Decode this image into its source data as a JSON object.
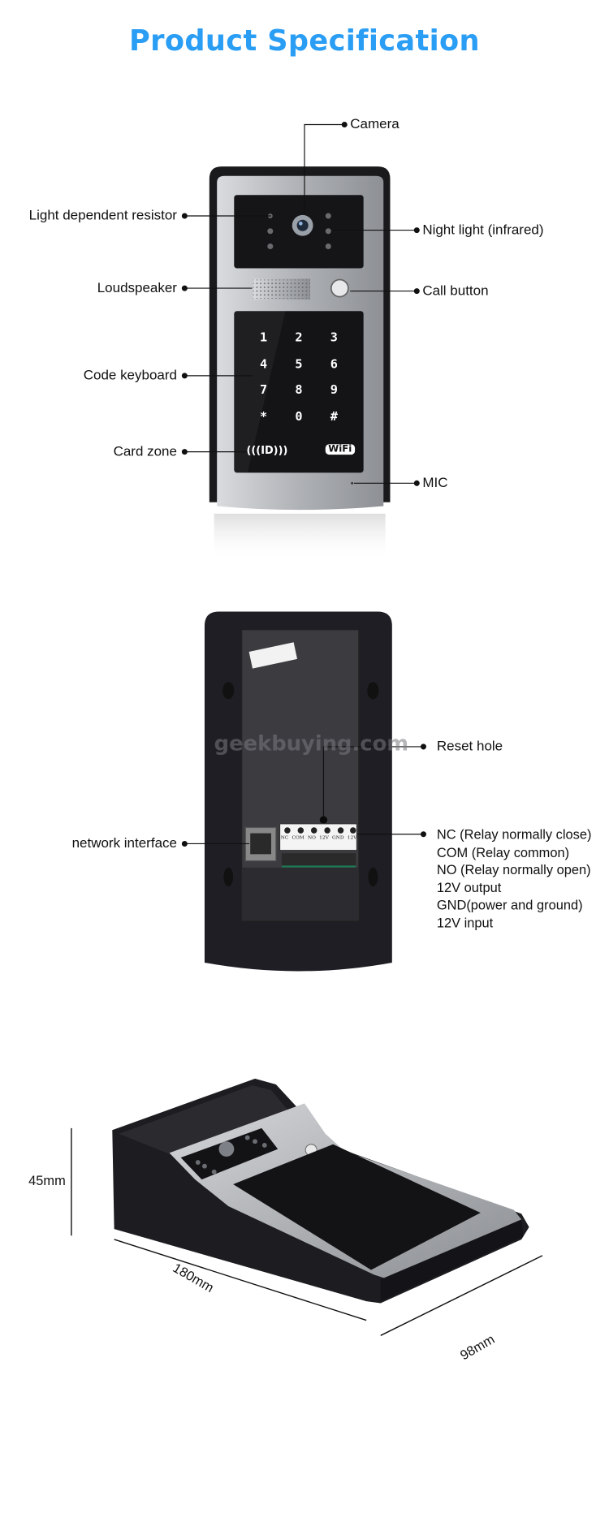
{
  "title": "Product Specification",
  "front_view": {
    "labels": {
      "camera": "Camera",
      "light_dependent_resistor": "Light dependent resistor",
      "night_light": "Night light (infrared)",
      "loudspeaker": "Loudspeaker",
      "call_button": "Call button",
      "code_keyboard": "Code keyboard",
      "card_zone": "Card zone",
      "mic": "MIC"
    },
    "keys": [
      "1",
      "2",
      "3",
      "4",
      "5",
      "6",
      "7",
      "8",
      "9",
      "*",
      "0",
      "#"
    ],
    "card_icon": "(((ID)))",
    "wifi_badge": "WiFi"
  },
  "rear_view": {
    "labels": {
      "reset_hole": "Reset hole",
      "network_interface": "network interface"
    },
    "terminals": [
      "NC",
      "COM",
      "NO",
      "12V",
      "GND",
      "12V"
    ],
    "terminal_list": [
      "NC (Relay normally close)",
      "COM (Relay common)",
      "NO (Relay normally open)",
      "12V output",
      "GND(power and ground)",
      "12V input"
    ],
    "watermark": "geekbuying.com"
  },
  "dimensions": {
    "height": "45mm",
    "length": "180mm",
    "width": "98mm"
  },
  "colors": {
    "title": "#2a9df4",
    "body": "#1c1c20",
    "panel": "#111114",
    "silver": "#b9bcc0"
  }
}
